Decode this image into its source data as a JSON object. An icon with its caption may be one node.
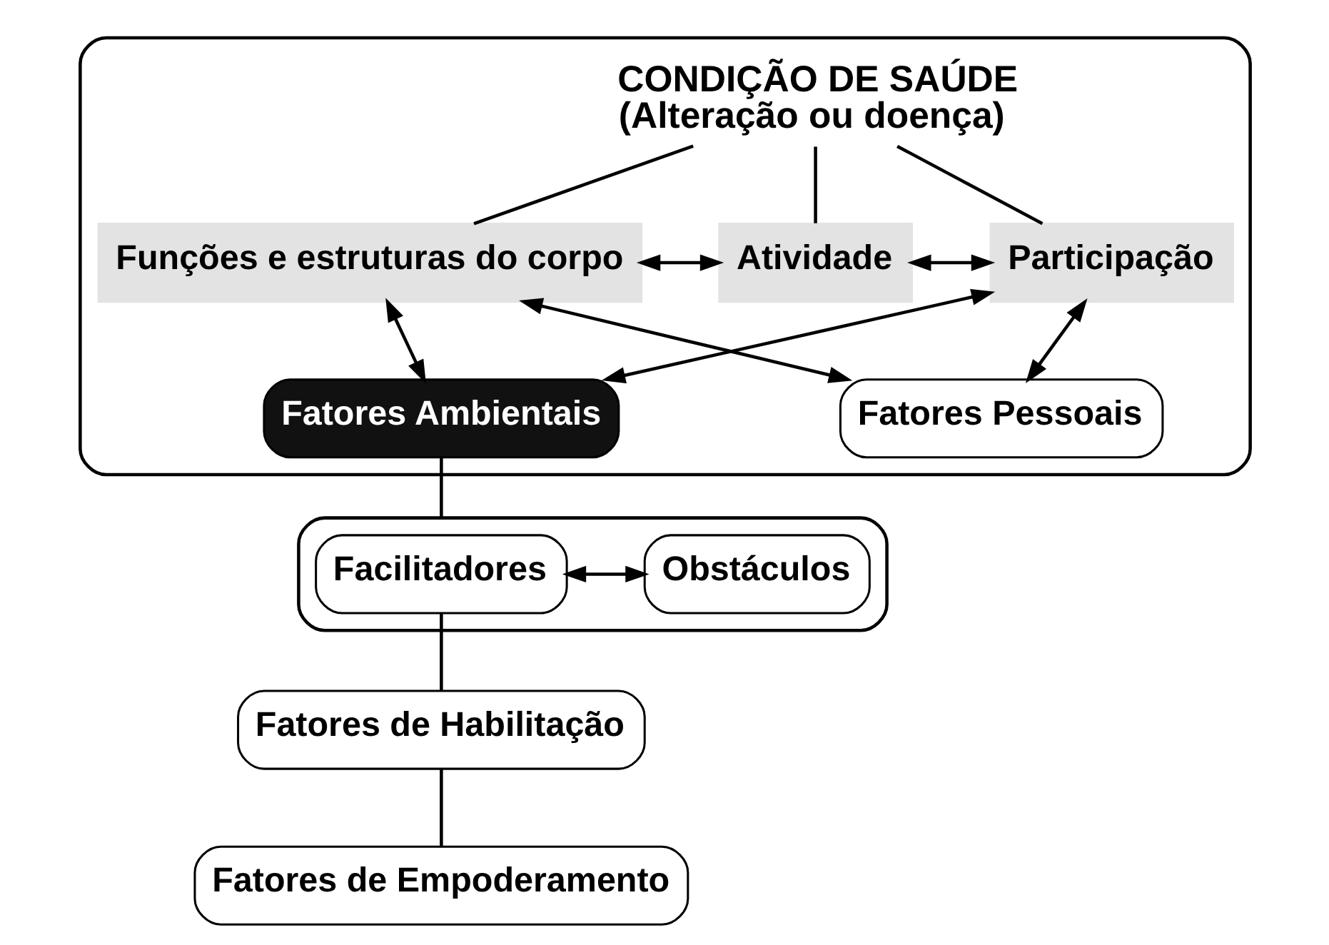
{
  "diagram": {
    "nodes": [
      {
        "text": [],
        "shape": "box"
      },
      {
        "text": [
          "CONDIÇÃO DE SAÚDE",
          "(Alteração ou doença)"
        ],
        "in": 0
      },
      {
        "text": [
          "Funções e estruturas do corpo"
        ],
        "in": 0
      },
      {
        "text": [
          "Atividade"
        ],
        "in": 0
      },
      {
        "text": [
          "Participação"
        ],
        "in": 0
      },
      {
        "text": [
          "Fatores Ambientais"
        ],
        "in": 0
      },
      {
        "text": [
          "Fatores Pessoais"
        ],
        "in": 0
      },
      {
        "text": [],
        "shape": "box"
      },
      {
        "text": [
          "Facilitadores"
        ],
        "in": 7
      },
      {
        "text": [
          "Obstáculos"
        ],
        "in": 7
      },
      {
        "text": [
          "Fatores de Habilitação"
        ]
      },
      {
        "text": [
          "Fatores de Empoderamento"
        ]
      }
    ],
    "edges": [
      {
        "from": 1,
        "to": 2,
        "arrow": "none"
      },
      {
        "from": 1,
        "to": 3,
        "arrow": "none"
      },
      {
        "from": 1,
        "to": 4,
        "arrow": "none"
      },
      {
        "from": 2,
        "to": 3,
        "arrow": "both"
      },
      {
        "from": 3,
        "to": 4,
        "arrow": "both"
      },
      {
        "from": 2,
        "to": 5,
        "arrow": "both"
      },
      {
        "from": 2,
        "to": 6,
        "arrow": "both"
      },
      {
        "from": 4,
        "to": 5,
        "arrow": "both"
      },
      {
        "from": 4,
        "to": 6,
        "arrow": "both"
      },
      {
        "from": 5,
        "to": 7,
        "arrow": "none"
      },
      {
        "from": 8,
        "to": 9,
        "arrow": "both"
      },
      {
        "from": 8,
        "to": 10,
        "arrow": "none"
      },
      {
        "from": 10,
        "to": 11,
        "arrow": "none"
      }
    ]
  }
}
